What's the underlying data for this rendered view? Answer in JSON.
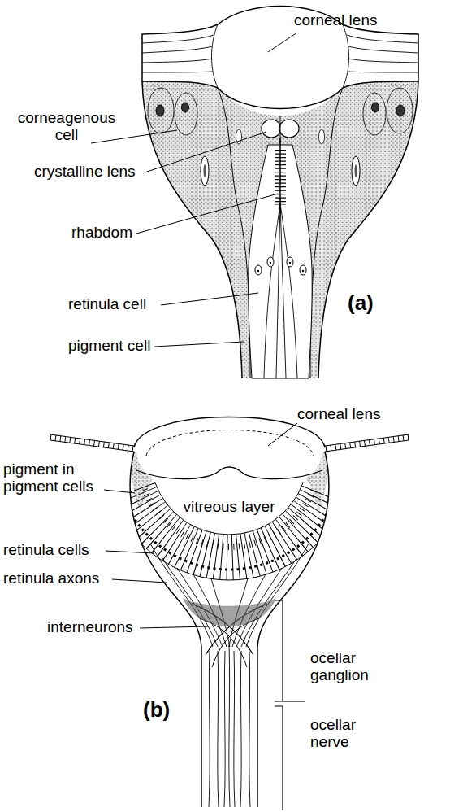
{
  "diagram": {
    "labels": [
      "corneal lens",
      "corneagenous cell",
      "crystalline lens",
      "rhabdom",
      "retinula cell",
      "pigment cell",
      "(a)",
      "corneal lens",
      "pigment in pigment cells",
      "vitreous layer",
      "retinula cells",
      "retinula axons",
      "interneurons",
      "ocellar ganglion",
      "ocellar nerve",
      "(b)"
    ]
  }
}
